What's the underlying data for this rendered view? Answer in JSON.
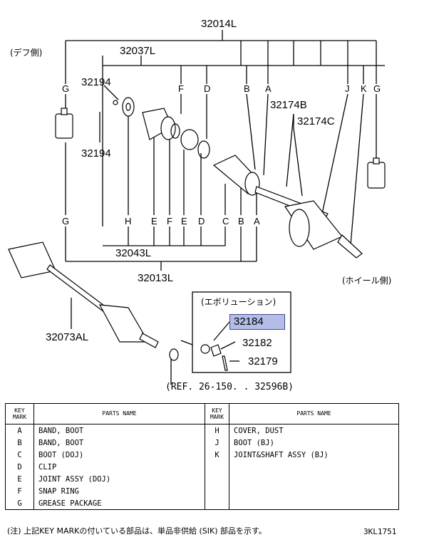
{
  "labels": {
    "top_assembly": "32014L",
    "left_side": "(デフ側)",
    "sub_assembly_upper": "32037L",
    "part_32194_a": "32194",
    "part_32194_b": "32194",
    "part_32174B": "32174B",
    "part_32174C": "32174C",
    "right_side": "(ホイール側)",
    "sub_assembly_lower": "32043L",
    "bottom_assembly": "32013L",
    "shaft": "32073AL",
    "evolution": "(エボリューション)",
    "part_32184": "32184",
    "part_32182": "32182",
    "part_32179": "32179",
    "reference": "(REF. 26-150. . 32596B)",
    "drawing_id": "3KL1751",
    "note": "(注) 上記KEY MARKの付いている部品は、単品非供給 (SIK) 部品を示す。"
  },
  "top_letters": [
    "G",
    "F",
    "D",
    "B",
    "A",
    "J",
    "K",
    "G"
  ],
  "bottom_letters": [
    "G",
    "H",
    "E",
    "F",
    "E",
    "D",
    "C",
    "B",
    "A"
  ],
  "table": {
    "key_header": "KEY\nMARK",
    "name_header": "PARTS NAME",
    "left": [
      {
        "key": "A",
        "name": "BAND, BOOT"
      },
      {
        "key": "B",
        "name": "BAND, BOOT"
      },
      {
        "key": "C",
        "name": "BOOT (DOJ)"
      },
      {
        "key": "D",
        "name": "CLIP"
      },
      {
        "key": "E",
        "name": "JOINT ASSY (DOJ)"
      },
      {
        "key": "F",
        "name": "SNAP RING"
      },
      {
        "key": "G",
        "name": "GREASE PACKAGE"
      }
    ],
    "right": [
      {
        "key": "H",
        "name": "COVER, DUST"
      },
      {
        "key": "J",
        "name": "BOOT (BJ)"
      },
      {
        "key": "K",
        "name": "JOINT&SHAFT ASSY (BJ)"
      },
      {
        "key": "",
        "name": ""
      },
      {
        "key": "",
        "name": ""
      },
      {
        "key": "",
        "name": ""
      },
      {
        "key": "",
        "name": ""
      }
    ]
  },
  "colors": {
    "highlight": "#b4bce8"
  }
}
